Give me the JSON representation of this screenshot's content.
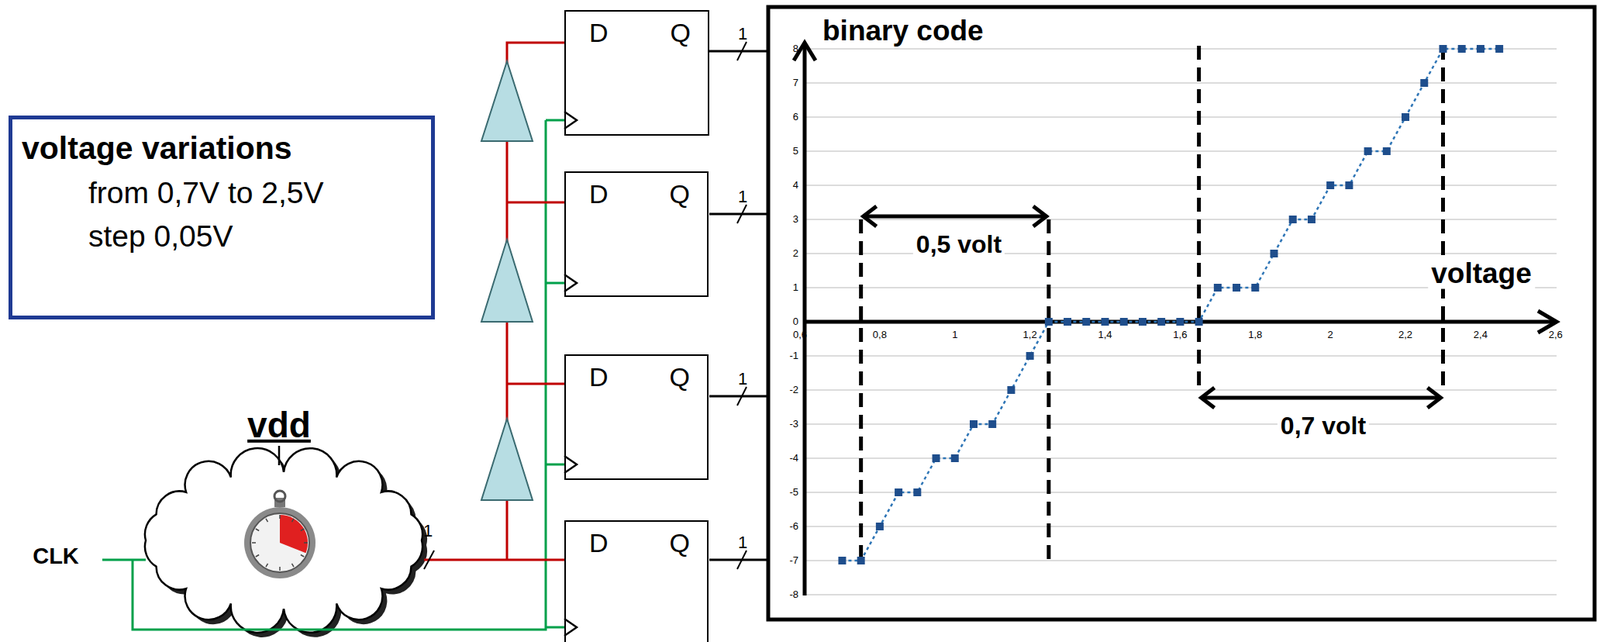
{
  "diagram": {
    "nodes": [
      {
        "text": [
          "voltage variations",
          "from 0,7V to 2,5V",
          "step 0,05V"
        ]
      },
      {
        "text": [
          "D",
          "Q"
        ]
      },
      {
        "text": [
          "D",
          "Q"
        ]
      },
      {
        "text": [
          "D",
          "Q"
        ]
      },
      {
        "text": [
          "D",
          "Q"
        ]
      }
    ],
    "labels": [
      "CLK",
      "vdd",
      "1",
      "1",
      "1",
      "1",
      "1",
      "binary code",
      "voltage",
      "0,5 volt",
      "0,7 volt",
      "8",
      "7",
      "6",
      "5",
      "4",
      "3",
      "2",
      "1",
      "0",
      "-1",
      "-2",
      "-3",
      "-4",
      "-5",
      "-6",
      "-7",
      "-8",
      "0,6",
      "0,8",
      "1",
      "1,2",
      "1,4",
      "1,6",
      "1,8",
      "2",
      "2,2",
      "2,4",
      "2,6"
    ]
  }
}
